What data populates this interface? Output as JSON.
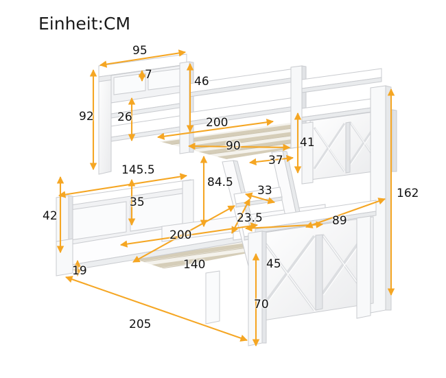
{
  "page": {
    "title": "Einheit:CM",
    "background_color": "#ffffff",
    "product": "twin-over-full bunk bed with ladder and X-pattern panels",
    "arrow_color": "#F5A623",
    "text_color": "#111111",
    "frame_color": "#ffffff",
    "frame_shade_color": "#e8e9ea",
    "slat_color": "#e3dccb"
  },
  "chart_data": {
    "type": "table",
    "title": "Einheit:CM",
    "unit": "CM",
    "xlabel": "",
    "ylabel": "",
    "categories": [
      "95",
      "7",
      "46",
      "92",
      "26",
      "200-upper",
      "90",
      "37",
      "41",
      "145.5",
      "35",
      "42",
      "84.5",
      "33",
      "23.5",
      "200-lower",
      "140",
      "19",
      "45",
      "89",
      "70",
      "162",
      "205"
    ],
    "values": [
      95,
      7,
      46,
      92,
      26,
      200,
      90,
      37,
      41,
      145.5,
      35,
      42,
      84.5,
      33,
      23.5,
      200,
      140,
      19,
      45,
      89,
      70,
      162,
      205
    ],
    "annotations": [
      {
        "id": "d95",
        "label": "95",
        "value": 95,
        "meaning": "upper bunk guardrail headboard top width"
      },
      {
        "id": "d7",
        "label": "7",
        "value": 7,
        "meaning": "guardrail slat thickness"
      },
      {
        "id": "d46",
        "label": "46",
        "value": 46,
        "meaning": "upper guardrail height above upper mattress deck"
      },
      {
        "id": "d92",
        "label": "92",
        "value": 92,
        "meaning": "upper headboard post total height"
      },
      {
        "id": "d26",
        "label": "26",
        "value": 26,
        "meaning": "gap between guardrail rails"
      },
      {
        "id": "d200u",
        "label": "200",
        "value": 200,
        "meaning": "upper bunk mattress deck length"
      },
      {
        "id": "d90",
        "label": "90",
        "value": 90,
        "meaning": "upper bunk mattress deck width"
      },
      {
        "id": "d37",
        "label": "37",
        "value": 37,
        "meaning": "upper bunk foot-end slat span"
      },
      {
        "id": "d41",
        "label": "41",
        "value": 41,
        "meaning": "upper bunk foot panel height above deck"
      },
      {
        "id": "d145_5",
        "label": "145.5",
        "value": 145.5,
        "meaning": "lower bunk headboard top width"
      },
      {
        "id": "d35",
        "label": "35",
        "value": 35,
        "meaning": "lower headboard height above lower deck"
      },
      {
        "id": "d42",
        "label": "42",
        "value": 42,
        "meaning": "lower headboard post height"
      },
      {
        "id": "d84_5",
        "label": "84.5",
        "value": 84.5,
        "meaning": "clearance between lower deck and upper deck"
      },
      {
        "id": "d33",
        "label": "33",
        "value": 33,
        "meaning": "ladder rung width"
      },
      {
        "id": "d23_5",
        "label": "23.5",
        "value": 23.5,
        "meaning": "ladder rung vertical spacing"
      },
      {
        "id": "d200l",
        "label": "200",
        "value": 200,
        "meaning": "lower bunk mattress deck length"
      },
      {
        "id": "d140",
        "label": "140",
        "value": 140,
        "meaning": "lower bunk mattress deck width"
      },
      {
        "id": "d19",
        "label": "19",
        "value": 19,
        "meaning": "lower bunk floor clearance"
      },
      {
        "id": "d45",
        "label": "45",
        "value": 45,
        "meaning": "lower bunk foot-end offset"
      },
      {
        "id": "d89",
        "label": "89",
        "value": 89,
        "meaning": "foot end upper rail width"
      },
      {
        "id": "d70",
        "label": "70",
        "value": 70,
        "meaning": "lower bunk foot panel height"
      },
      {
        "id": "d162",
        "label": "162",
        "value": 162,
        "meaning": "total bunk bed height"
      },
      {
        "id": "d205",
        "label": "205",
        "value": 205,
        "meaning": "total bed overall length"
      }
    ],
    "legend": [],
    "grid": false
  }
}
